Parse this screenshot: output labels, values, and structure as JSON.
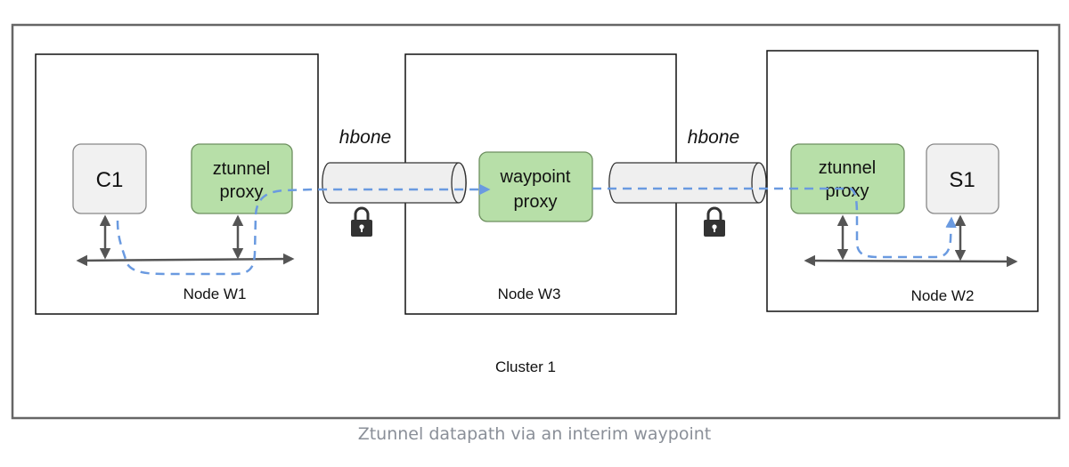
{
  "diagram": {
    "cluster_label": "Cluster 1",
    "nodes": {
      "w1": {
        "label": "Node W1"
      },
      "w3": {
        "label": "Node W3"
      },
      "w2": {
        "label": "Node W2"
      }
    },
    "boxes": {
      "c1": {
        "label": "C1"
      },
      "ztunnel_w1": {
        "line1": "ztunnel",
        "line2": "proxy"
      },
      "waypoint": {
        "line1": "waypoint",
        "line2": "proxy"
      },
      "ztunnel_w2": {
        "line1": "ztunnel",
        "line2": "proxy"
      },
      "s1": {
        "label": "S1"
      }
    },
    "tunnels": {
      "left": {
        "label": "hbone"
      },
      "right": {
        "label": "hbone"
      }
    },
    "icons": [
      "lock-icon",
      "lock-icon"
    ]
  },
  "caption": "Ztunnel datapath via an interim waypoint",
  "colors": {
    "green_box": "#b7dfa8",
    "green_border": "#6d8f5f",
    "gray_box": "#f1f1f1",
    "tube": "#efefef",
    "flow_arrow": "#6a9ae0",
    "network_line": "#555555"
  }
}
